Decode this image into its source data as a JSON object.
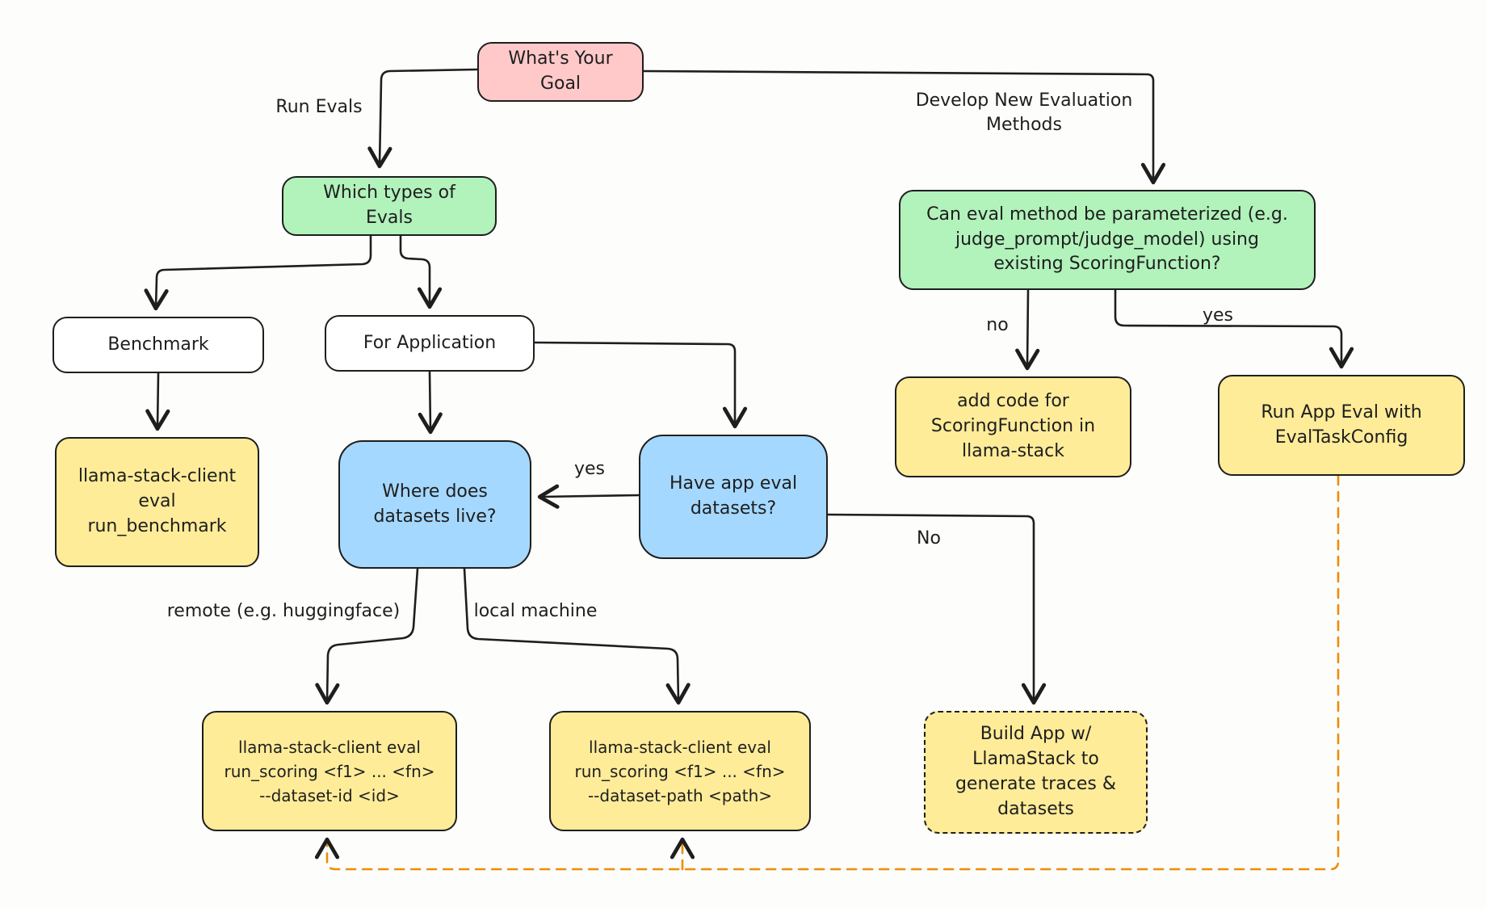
{
  "palette": {
    "node_pink": "#ffc9c9",
    "node_green": "#b2f2bb",
    "node_blue": "#a5d8ff",
    "node_yellow": "#ffec99",
    "node_white": "#ffffff",
    "stroke": "#1e1e1e",
    "dashed_connector": "#f08c00"
  },
  "nodes": {
    "goal": {
      "label": "What's Your\nGoal",
      "color": "#ffc9c9"
    },
    "which_types": {
      "label": "Which types of\nEvals",
      "color": "#b2f2bb"
    },
    "param_question": {
      "label": "Can eval method be parameterized (e.g.\njudge_prompt/judge_model) using\nexisting ScoringFunction?",
      "color": "#b2f2bb"
    },
    "benchmark": {
      "label": "Benchmark",
      "color": "#ffffff"
    },
    "for_application": {
      "label": "For Application",
      "color": "#ffffff"
    },
    "run_benchmark": {
      "label": "llama-stack-client\neval run_benchmark",
      "color": "#ffec99"
    },
    "where_datasets": {
      "label": "Where does\ndatasets live?",
      "color": "#a5d8ff"
    },
    "have_datasets": {
      "label": "Have app eval\ndatasets?",
      "color": "#a5d8ff"
    },
    "add_code": {
      "label": "add code for\nScoringFunction in\nllama-stack",
      "color": "#ffec99"
    },
    "run_app_eval": {
      "label": "Run App Eval with\nEvalTaskConfig",
      "color": "#ffec99"
    },
    "run_scoring_dataset_id": {
      "label": "llama-stack-client eval\nrun_scoring <f1> ... <fn>\n--dataset-id <id>",
      "color": "#ffec99"
    },
    "run_scoring_dataset_path": {
      "label": "llama-stack-client eval\nrun_scoring <f1> ... <fn>\n--dataset-path <path>",
      "color": "#ffec99"
    },
    "build_app": {
      "label": "Build App w/\nLlamaStack to\ngenerate traces &\ndatasets",
      "color": "#ffec99"
    }
  },
  "edge_labels": {
    "run_evals": "Run Evals",
    "develop_new_methods": "Develop New Evaluation\nMethods",
    "yes_have_datasets": "yes",
    "no_have_datasets": "No",
    "no_parameterized": "no",
    "yes_parameterized": "yes",
    "remote": "remote (e.g. huggingface)",
    "local": "local machine"
  }
}
